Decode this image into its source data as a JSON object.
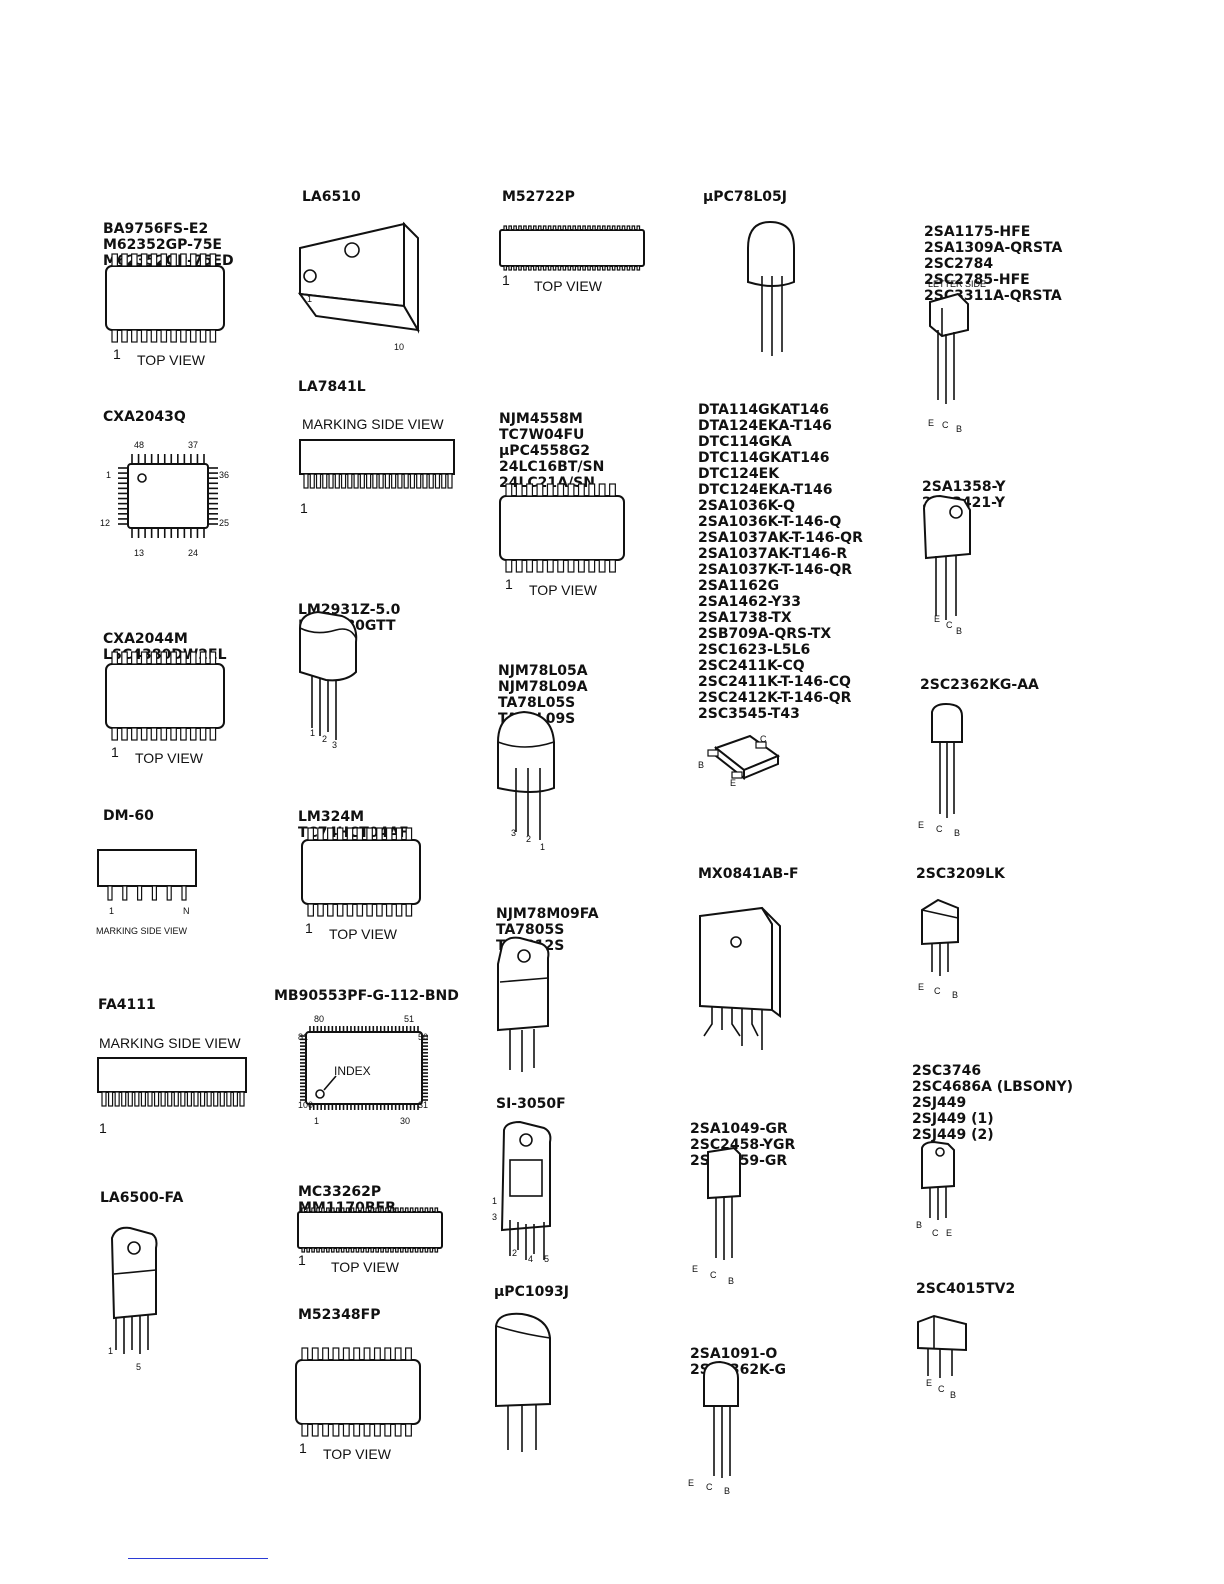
{
  "col1": {
    "ba9756": [
      "BA9756FS-E2",
      "M62352GP-75E",
      "M62352GP-75ED"
    ],
    "cxa2043q": "CXA2043Q",
    "cxa2043q_pins": [
      "48",
      "37",
      "36",
      "25",
      "24",
      "13",
      "12",
      "1"
    ],
    "cxa2044m": [
      "CXA2044M",
      "LSC4380DW2EL"
    ],
    "dm60": "DM-60",
    "dm60_pins": [
      "1",
      "N"
    ],
    "dm60_caption": "MARKING SIDE VIEW",
    "fa4111": "FA4111",
    "fa4111_caption": "MARKING SIDE VIEW",
    "fa4111_pin": "1",
    "la6500": "LA6500-FA",
    "la6500_pins": [
      "1",
      "5"
    ]
  },
  "col2": {
    "la6510": "LA6510",
    "la6510_pins": [
      "1",
      "10"
    ],
    "la7841l": "LA7841L",
    "la7841l_caption": "MARKING SIDE VIEW",
    "la7841l_pin": "1",
    "lm2931": [
      "LM2931Z-5.0",
      "MM1180GTT"
    ],
    "lm2931_pins": [
      "1",
      "2",
      "3"
    ],
    "lm324m": [
      "LM324M",
      "TC74HCT04AF"
    ],
    "mb90553": "MB90553PF-G-112-BND",
    "mb90553_pins": [
      "80",
      "51",
      "81",
      "50",
      "100",
      "31",
      "1",
      "30"
    ],
    "mb90553_index": "INDEX",
    "mc33262p": [
      "MC33262P",
      "MM1170BFB"
    ],
    "m52348fp": "M52348FP"
  },
  "col3": {
    "m52722p": "M52722P",
    "njm4558m": [
      "NJM4558M",
      "TC7W04FU",
      "μPC4558G2",
      "24LC16BT/SN",
      "24LC21A/SN"
    ],
    "njm78l05a": [
      "NJM78L05A",
      "NJM78L09A",
      "TA78L05S",
      "TA78L09S"
    ],
    "njm78l05a_pins": [
      "3",
      "2",
      "1"
    ],
    "njm78m09fa": [
      "NJM78M09FA",
      "TA7805S",
      "TA7812S"
    ],
    "si3050f": "SI-3050F",
    "si3050f_pins": [
      "1",
      "3",
      "2",
      "4",
      "5"
    ],
    "upc1093j": "μPC1093J"
  },
  "col4": {
    "upc78l05j": "μPC78L05J",
    "dta114": [
      "DTA114GKAT146",
      "DTA124EKA-T146",
      "DTC114GKA",
      "DTC114GKAT146",
      "DTC124EK",
      "DTC124EKA-T146",
      "2SA1036K-Q",
      "2SA1036K-T-146-Q",
      "2SA1037AK-T-146-QR",
      "2SA1037AK-T146-R",
      "2SA1037K-T-146-QR",
      "2SA1162G",
      "2SA1462-Y33",
      "2SA1738-TX",
      "2SB709A-QRS-TX",
      "2SC1623-L5L6",
      "2SC2411K-CQ",
      "2SC2411K-T-146-CQ",
      "2SC2412K-T-146-QR",
      "2SC3545-T43"
    ],
    "sot_pins": [
      "B",
      "C",
      "E"
    ],
    "mx0841": "MX0841AB-F",
    "sa1049": [
      "2SA1049-GR",
      "2SC2458-YGR",
      "2SC2459-GR"
    ],
    "sa1091": [
      "2SA1091-O",
      "2SC2362K-G"
    ]
  },
  "col5": {
    "sa1175": [
      "2SA1175-HFE",
      "2SA1309A-QRSTA",
      "2SC2784",
      "2SC2785-HFE",
      "2SC3311A-QRSTA"
    ],
    "letter_side": "LETTER SIDE",
    "sa1358": [
      "2SA1358-Y",
      "2SC3421-Y"
    ],
    "sc2362kg": "2SC2362KG-AA",
    "sc3209lk": "2SC3209LK",
    "sc3746": [
      "2SC3746",
      "2SC4686A (LBSONY)",
      "2SJ449",
      "2SJ449 (1)",
      "2SJ449 (2)"
    ],
    "bce": [
      "B",
      "C",
      "E"
    ],
    "sc4015": "2SC4015TV2"
  },
  "ecb": [
    "E",
    "C",
    "B"
  ],
  "top_view": "TOP VIEW",
  "pin_one": "1"
}
